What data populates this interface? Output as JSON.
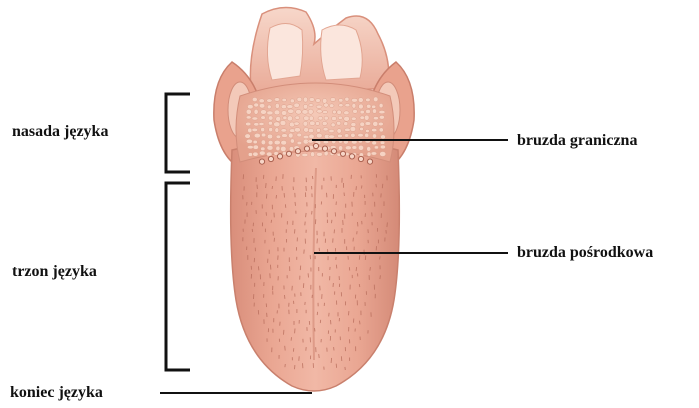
{
  "labels": {
    "base": "nasada języka",
    "body": "trzon języka",
    "tip": "koniec języka",
    "terminal_sulcus": "bruzda graniczna",
    "median_sulcus": "bruzda pośrodkowa"
  },
  "colors": {
    "tongue": "#eba692",
    "tongue_shadow": "#d98a78",
    "papillae": "#f6d3c3",
    "throat": "#f3c5b6",
    "leader_lines": "#111111"
  }
}
